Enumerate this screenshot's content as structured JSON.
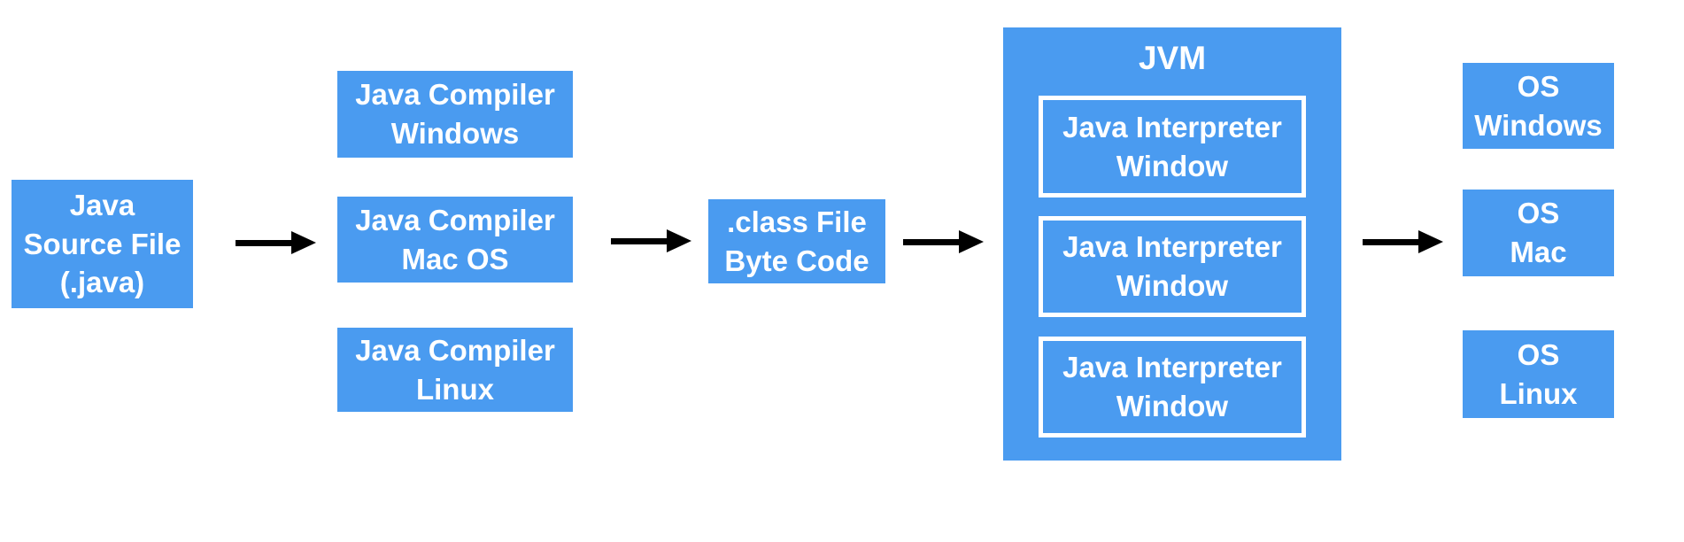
{
  "colors": {
    "box": "#4A9BF0",
    "arrow": "#000000",
    "text": "#FFFFFF"
  },
  "nodes": {
    "source": {
      "label": "Java\nSource File\n(.java)"
    },
    "compilers": [
      {
        "label": "Java Compiler\nWindows"
      },
      {
        "label": "Java Compiler\nMac OS"
      },
      {
        "label": "Java Compiler\nLinux"
      }
    ],
    "class_file": {
      "label": ".class File\nByte Code"
    },
    "jvm": {
      "title": "JVM",
      "interpreters": [
        {
          "label": "Java Interpreter\nWindow"
        },
        {
          "label": "Java Interpreter\nWindow"
        },
        {
          "label": "Java Interpreter\nWindow"
        }
      ]
    },
    "os": [
      {
        "label": "OS\nWindows"
      },
      {
        "label": "OS\nMac"
      },
      {
        "label": "OS\nLinux"
      }
    ]
  },
  "arrows": [
    {
      "name": "source-to-compiler"
    },
    {
      "name": "compiler-to-classfile"
    },
    {
      "name": "classfile-to-jvm"
    },
    {
      "name": "jvm-to-os"
    }
  ]
}
